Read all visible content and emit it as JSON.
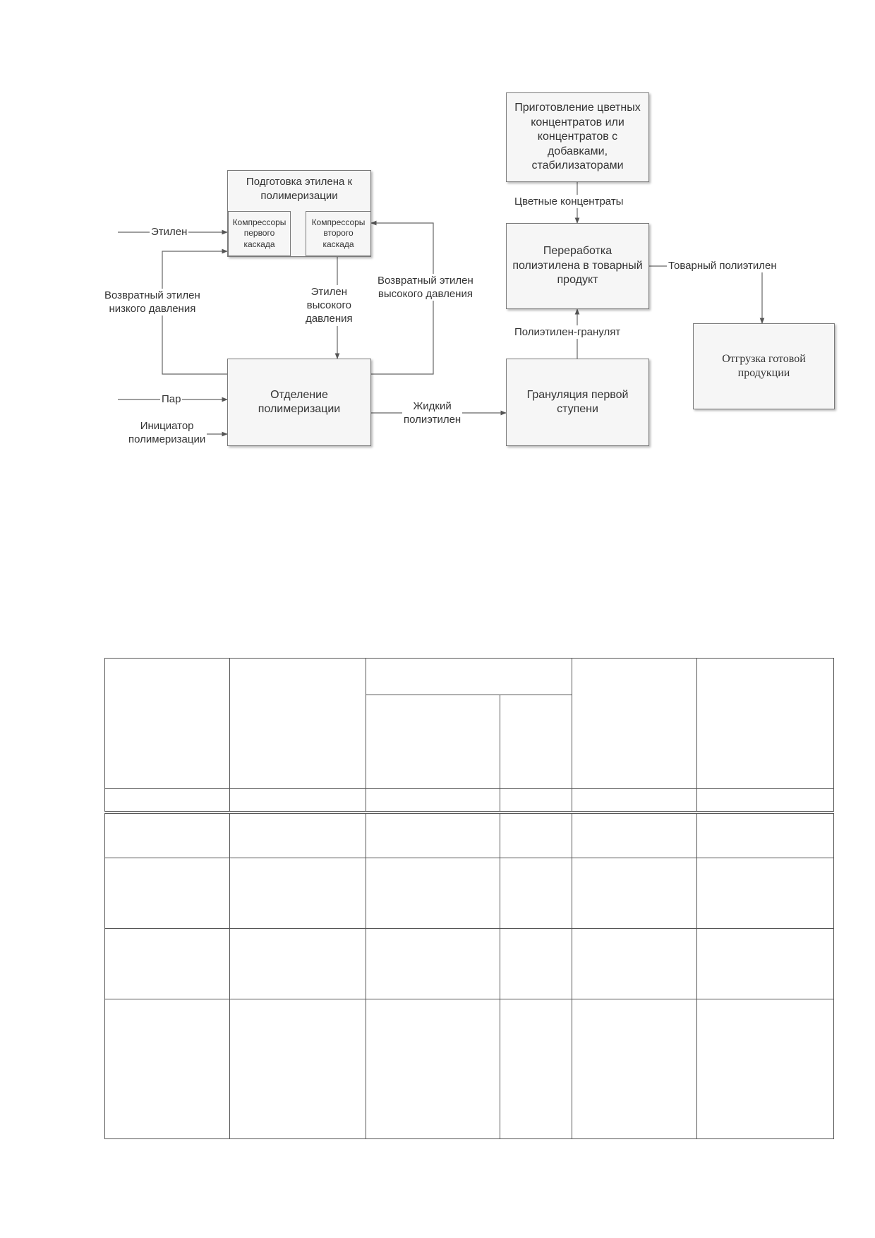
{
  "diagram": {
    "boxes": {
      "prep": {
        "title": "Подготовка этилена к\nполимеризации",
        "comp1": "Компрессоры\nпервого\nкаскада",
        "comp2": "Компрессоры\nвторого\nкаскада"
      },
      "polymerization": "Отделение\nполимеризации",
      "concentrates": "Приготовление цветных\nконцентратов или\nконцентратов с\nдобавками,\nстабилизаторами",
      "processing": "Переработка\nполиэтилена в товарный\nпродукт",
      "granulation": "Грануляция первой\nступени",
      "shipping": "Отгрузка готовой\nпродукции"
    },
    "labels": {
      "ethylene": "Этилен",
      "low_pressure_return": "Возвратный этилен\nнизкого давления",
      "high_pressure_ethylene": "Этилен\nвысокого\nдавления",
      "high_pressure_return": "Возвратный этилен\nвысокого давления",
      "steam": "Пар",
      "initiator": "Инициатор\nполимеризации",
      "liquid_pe": "Жидкий\nполиэтилен",
      "color_concentrates": "Цветные концентраты",
      "pe_granulate": "Полиэтилен-гранулят",
      "commercial_pe": "Товарный полиэтилен"
    }
  },
  "table": {
    "rows": 7,
    "columns": 6
  }
}
